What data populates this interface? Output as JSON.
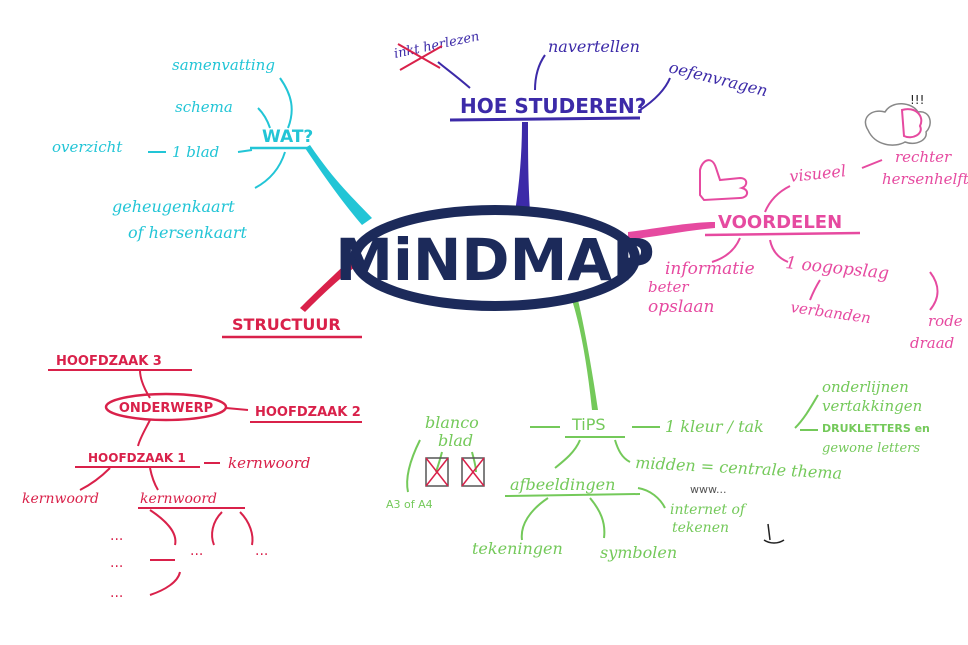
{
  "colors": {
    "center": "#1c2a5a",
    "blue": "#3c2aa8",
    "cyan": "#22c5d6",
    "pink": "#e64aa0",
    "red": "#d9214a",
    "green": "#74c95a",
    "gray": "#555555"
  },
  "center": {
    "title": "MiNDMAP"
  },
  "how_to_study": {
    "title": "HOE STUDEREN?",
    "struck": "inkt herlezen",
    "items": [
      "navertellen",
      "oefenvragen"
    ]
  },
  "what": {
    "title": "WAT?",
    "items": [
      "samenvatting",
      "schema",
      "1 blad",
      "overzicht",
      "geheugenkaart",
      "of hersenkaart"
    ]
  },
  "advantages": {
    "title": "VOORDELEN",
    "marks": "!!!",
    "items": [
      "visueel",
      "rechter",
      "hersenhelft",
      "1 oogopslag",
      "informatie",
      "beter",
      "opslaan",
      "verbanden",
      "rode",
      "draad"
    ]
  },
  "structure": {
    "title": "STRUCTUUR",
    "topic": "ONDERWERP",
    "main_points": [
      "HOOFDZAAK 3",
      "HOOFDZAAK 2",
      "HOOFDZAAK 1"
    ],
    "keywords": [
      "kernwoord",
      "kernwoord",
      "kernwoord"
    ],
    "ellipses": [
      "...",
      "...",
      "...",
      "...",
      "..."
    ]
  },
  "tips": {
    "title": "TiPS",
    "items": [
      "blanco",
      "blad",
      "A3 of A4",
      "1 kleur / tak",
      "onderlijnen",
      "vertakkingen",
      "DRUKLETTERS en",
      "gewone letters",
      "midden = centrale thema",
      "afbeeldingen",
      "www...",
      "internet of",
      "tekenen",
      "tekeningen",
      "symbolen"
    ]
  }
}
